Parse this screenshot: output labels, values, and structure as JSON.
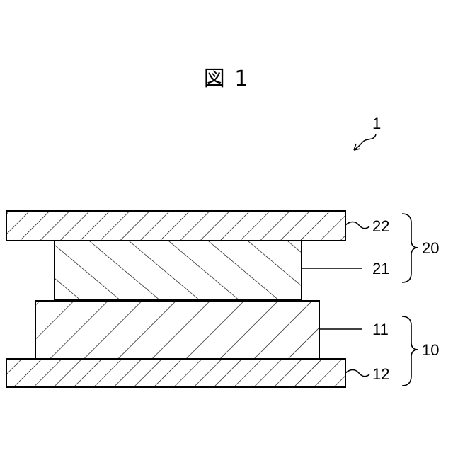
{
  "figure": {
    "title": "図 1"
  },
  "labels": {
    "device": "1",
    "layer_22": "22",
    "layer_21": "21",
    "layer_11": "11",
    "layer_12": "12",
    "group_20": "20",
    "group_10": "10"
  }
}
